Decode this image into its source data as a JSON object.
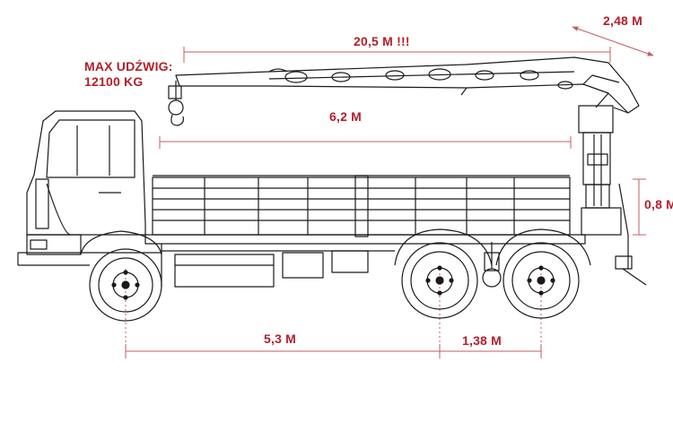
{
  "colors": {
    "annotation": "#b3202a",
    "line": "#1a1a1a",
    "dimension_line": "#c85a60"
  },
  "capacity": {
    "title": "MAX UDŹWIG:",
    "value": "12100 KG"
  },
  "dimensions": {
    "boom_reach": "20,5 M !!!",
    "width": "2,48 M",
    "body_length": "6,2 M",
    "side_height": "0,8 M",
    "wheelbase": "5,3 M",
    "axle_spacing": "1,38 M"
  }
}
